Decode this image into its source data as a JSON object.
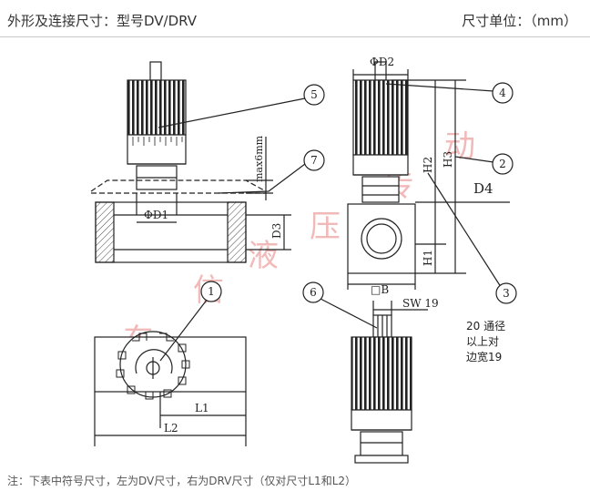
{
  "header": {
    "title": "外形及连接尺寸：型号DV/DRV",
    "unit": "尺寸单位：（mm）"
  },
  "drawing": {
    "callouts": [
      "1",
      "2",
      "3",
      "4",
      "5",
      "6",
      "7"
    ],
    "dimensions": {
      "phi_d1": "ΦD1",
      "phi_d2": "ΦD2",
      "d3": "D3",
      "d4": "D4",
      "h2": "H2",
      "h3": "H3",
      "h1": "H1",
      "b": "□B",
      "sw": "SW 19",
      "max6": "max6mm",
      "l1": "L1",
      "l2": "L2"
    },
    "watermark": [
      "东",
      "信",
      "液",
      "压",
      "传",
      "动"
    ]
  },
  "side_note": [
    "20 通径",
    "以上对",
    "边宽19"
  ],
  "footer": {
    "note": "注：下表中符号尺寸，左为DV尺寸，右为DRV尺寸（仅对尺寸L1和L2）"
  }
}
